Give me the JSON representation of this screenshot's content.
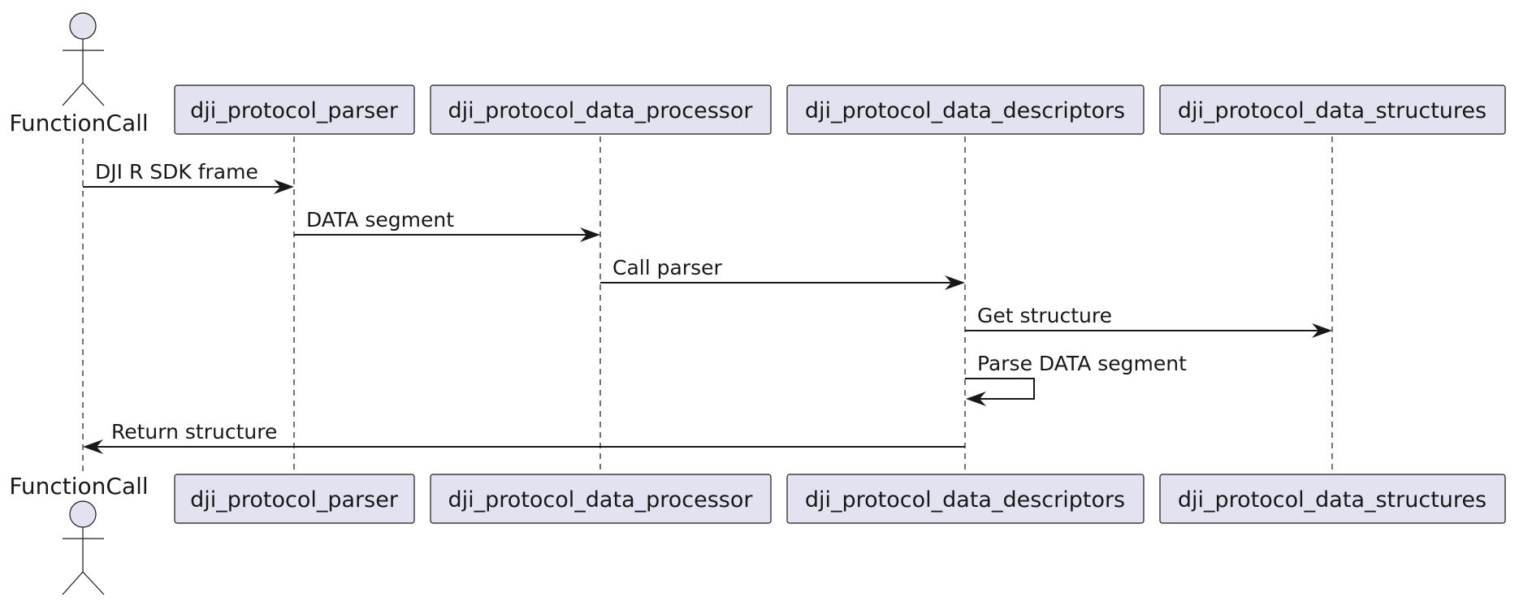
{
  "diagram": {
    "type": "sequence",
    "actor": {
      "name": "FunctionCall"
    },
    "participants": [
      "dji_protocol_parser",
      "dji_protocol_data_processor",
      "dji_protocol_data_descriptors",
      "dji_protocol_data_structures"
    ],
    "messages": [
      {
        "from": "FunctionCall",
        "to": "dji_protocol_parser",
        "label": "DJI R SDK frame"
      },
      {
        "from": "dji_protocol_parser",
        "to": "dji_protocol_data_processor",
        "label": "DATA segment"
      },
      {
        "from": "dji_protocol_data_processor",
        "to": "dji_protocol_data_descriptors",
        "label": "Call parser"
      },
      {
        "from": "dji_protocol_data_descriptors",
        "to": "dji_protocol_data_structures",
        "label": "Get structure"
      },
      {
        "from": "dji_protocol_data_descriptors",
        "to": "dji_protocol_data_descriptors",
        "label": "Parse DATA segment"
      },
      {
        "from": "dji_protocol_data_descriptors",
        "to": "FunctionCall",
        "label": "Return structure"
      }
    ]
  }
}
